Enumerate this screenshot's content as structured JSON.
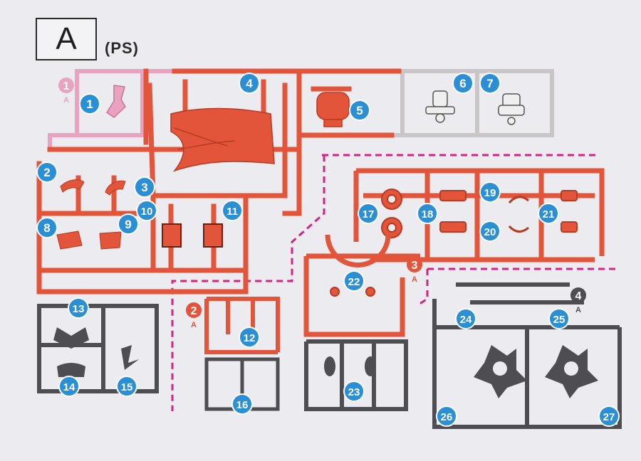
{
  "sheet": {
    "letter": "A",
    "material": "(PS)"
  },
  "colors": {
    "orange": "#e2553a",
    "orange_dark": "#b83a22",
    "pink": "#e9a3c1",
    "white_frame": "#c9c6c8",
    "gray": "#4d4d52",
    "badge": "#2b8fd6",
    "divider": "#d4247f"
  },
  "part_numbers": [
    "1",
    "2",
    "3",
    "4",
    "5",
    "6",
    "7",
    "8",
    "9",
    "10",
    "11",
    "12",
    "13",
    "14",
    "15",
    "16",
    "17",
    "18",
    "19",
    "20",
    "21",
    "22",
    "23",
    "24",
    "25",
    "26",
    "27"
  ],
  "runner_tags": [
    {
      "num": "1",
      "letter": "A"
    },
    {
      "num": "2",
      "letter": "A"
    },
    {
      "num": "3",
      "letter": "A"
    },
    {
      "num": "4",
      "letter": "A"
    }
  ]
}
